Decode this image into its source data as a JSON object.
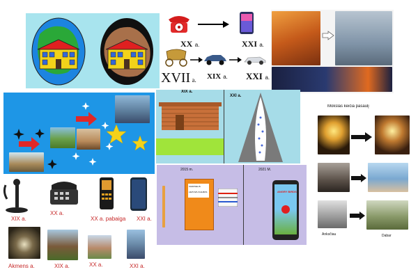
{
  "colors": {
    "p1_bg": "#a8e4ee",
    "p3_bg": "#1e96e6",
    "p4_bg": "#a6dce8",
    "p5_bg": "#c6bde6",
    "label_red": "#c62828"
  },
  "transport": {
    "label_xx": "XX",
    "label_xxi_top": "XXI",
    "label_xvii": "XVII",
    "label_xix": "XIX",
    "label_xxi_bottom": "XXI",
    "suffix": "a."
  },
  "houses_panel": {
    "left_label": "XIX a.",
    "right_label": "XXI a."
  },
  "year_panel": {
    "left_year": "2015 m.",
    "right_year": "2021 M.",
    "book_title": "VADOVELIS",
    "book_subtitle": "LIETUVIU KALBOS",
    "game_title": "ANGRY BIRDS"
  },
  "world_panel": {
    "title": "Mokslas keičia pasaulį",
    "left_caption": "Anksčiau",
    "right_caption": "Dabar"
  },
  "phones": {
    "labels": [
      "XIX a.",
      "XX a.",
      "XX a. pabaiga",
      "XXI a."
    ]
  },
  "buildings": {
    "labels": [
      "Akmens a.",
      "XIX a.",
      "XX a.",
      "XXI a."
    ]
  },
  "icons": [
    "rotary-phone-icon",
    "smartphone-icon",
    "carriage-icon",
    "vintage-car-icon",
    "modern-car-icon",
    "arrow-right-icon",
    "star-icon",
    "shape-arrow-icon"
  ]
}
